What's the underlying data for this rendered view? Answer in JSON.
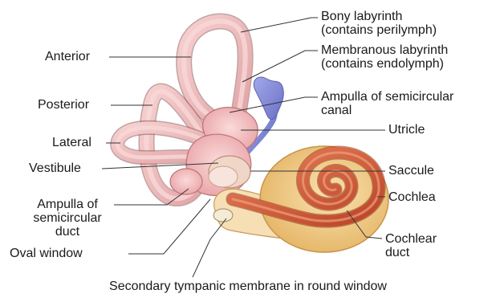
{
  "labels": {
    "anterior": "Anterior",
    "posterior": "Posterior",
    "lateral": "Lateral",
    "vestibule": "Vestibule",
    "ampulla_left_1": "Ampulla of",
    "ampulla_left_2": "semicircular",
    "ampulla_left_3": "duct",
    "oval_window": "Oval window",
    "bony_1": "Bony labyrinth",
    "bony_2": "(contains perilymph)",
    "membranous_1": "Membranous labyrinth",
    "membranous_2": "(contains endolymph)",
    "ampulla_right_1": "Ampulla of semicircular",
    "ampulla_right_2": "canal",
    "utricle": "Utricle",
    "saccule": "Saccule",
    "cochlea": "Cochlea",
    "cochlear_duct_1": "Cochlear",
    "cochlear_duct_2": "duct",
    "secondary": "Secondary tympanic membrane in round window"
  },
  "colors": {
    "bony": "#efbfbf",
    "bony_outline": "#8a5a55",
    "membranous": "#f4c6c8",
    "vestibule": "#f0b4b8",
    "endolymph_sac": "#8a8fd6",
    "cochlea_outer": "#f3cf8e",
    "cochlea_duct": "#d96a42",
    "leader": "#333333"
  }
}
